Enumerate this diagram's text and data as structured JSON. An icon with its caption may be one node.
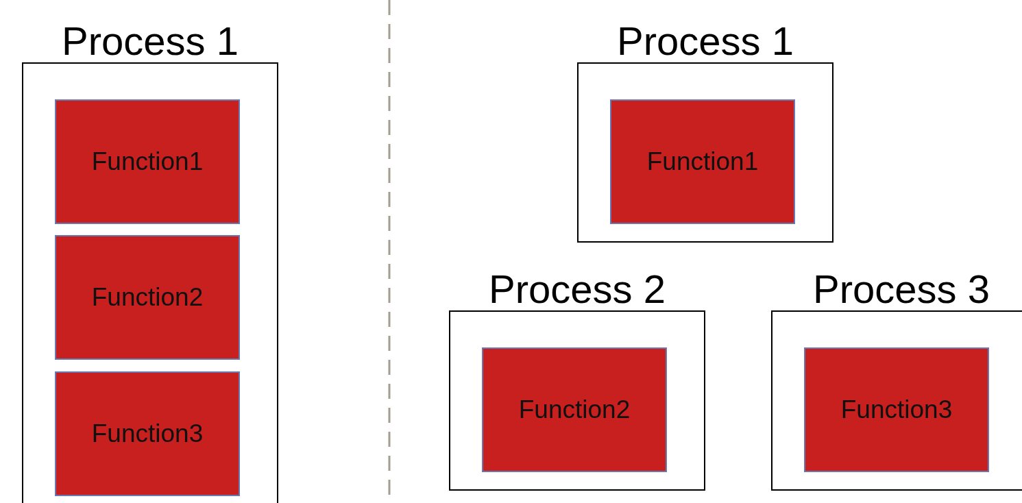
{
  "diagram": {
    "nodes": [
      {
        "text": [
          "Process 1"
        ]
      },
      {
        "text": [
          "Function1"
        ],
        "in": 0
      },
      {
        "text": [
          "Function2"
        ],
        "in": 0
      },
      {
        "text": [
          "Function3"
        ],
        "in": 0
      },
      {
        "text": [
          "Process 1"
        ]
      },
      {
        "text": [
          "Function1"
        ],
        "in": 4
      },
      {
        "text": [
          "Process 2"
        ]
      },
      {
        "text": [
          "Function2"
        ],
        "in": 6
      },
      {
        "text": [
          "Process 3"
        ]
      },
      {
        "text": [
          "Function3"
        ],
        "in": 8
      }
    ]
  }
}
